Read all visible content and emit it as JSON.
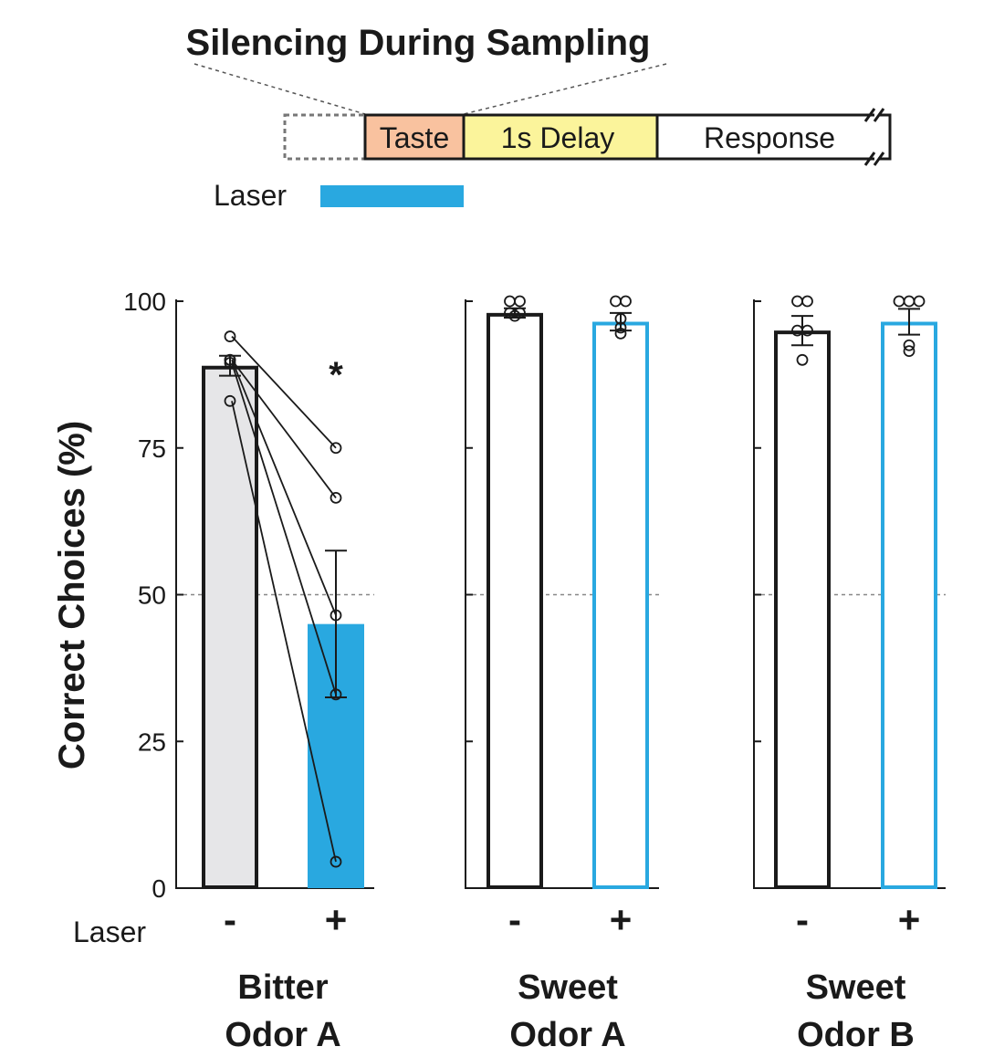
{
  "timeline": {
    "title": "Silencing During Sampling",
    "segments": [
      "Taste",
      "1s Delay",
      "Response"
    ],
    "laser_label": "Laser",
    "colors": {
      "taste": "#f9c29f",
      "delay": "#fbf49b",
      "response": "#ffffff",
      "laser": "#29a8e0"
    }
  },
  "chart_data": {
    "type": "bar",
    "ylabel": "Correct Choices (%)",
    "ylim": [
      0,
      100
    ],
    "yticks": [
      "0",
      "25",
      "50",
      "75",
      "100"
    ],
    "reference_line": 50,
    "condition_row_label": "Laser",
    "panels": [
      {
        "category": [
          "Bitter",
          "Odor A"
        ],
        "bars": [
          {
            "laser": "-",
            "value": 89,
            "sem": 1.7,
            "points": [
              94,
              90,
              90,
              89.5,
              83
            ],
            "fill": "#e6e6e8",
            "edge": "#1a1a1a"
          },
          {
            "laser": "+",
            "value": 45,
            "sem": 12.5,
            "points": [
              75,
              66.5,
              46.5,
              33,
              4.5
            ],
            "fill": "#29a8e0",
            "edge": "#29a8e0"
          }
        ],
        "paired": true,
        "significance": "*"
      },
      {
        "category": [
          "Sweet",
          "Odor A"
        ],
        "bars": [
          {
            "laser": "-",
            "value": 98,
            "sem": 0.8,
            "points": [
              100,
              100,
              98,
              98,
              97.5
            ],
            "fill": "#ffffff",
            "edge": "#1a1a1a"
          },
          {
            "laser": "+",
            "value": 96.5,
            "sem": 1.5,
            "points": [
              100,
              100,
              97,
              95.5,
              94.5
            ],
            "fill": "#ffffff",
            "edge": "#29a8e0"
          }
        ],
        "paired": false,
        "significance": ""
      },
      {
        "category": [
          "Sweet",
          "Odor B"
        ],
        "bars": [
          {
            "laser": "-",
            "value": 95,
            "sem": 2.5,
            "points": [
              100,
              100,
              95,
              95,
              90
            ],
            "fill": "#ffffff",
            "edge": "#1a1a1a"
          },
          {
            "laser": "+",
            "value": 96.5,
            "sem": 2.2,
            "points": [
              100,
              100,
              100,
              92.5,
              91.5
            ],
            "fill": "#ffffff",
            "edge": "#29a8e0"
          }
        ],
        "paired": false,
        "significance": ""
      }
    ]
  }
}
